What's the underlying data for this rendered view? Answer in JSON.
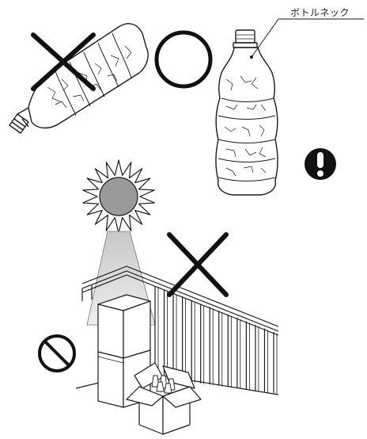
{
  "callout": {
    "label": "ボトルネック"
  },
  "symbols": {
    "wrong": "cross-mark",
    "correct": "circle-mark",
    "caution": "exclamation-mark",
    "prohibited": "prohibition-sign"
  },
  "colors": {
    "line": "#1a1a1a",
    "sun_fill": "#9a9a9a",
    "sunbeam": "#d6d6d6",
    "warning_fill": "#111111"
  }
}
